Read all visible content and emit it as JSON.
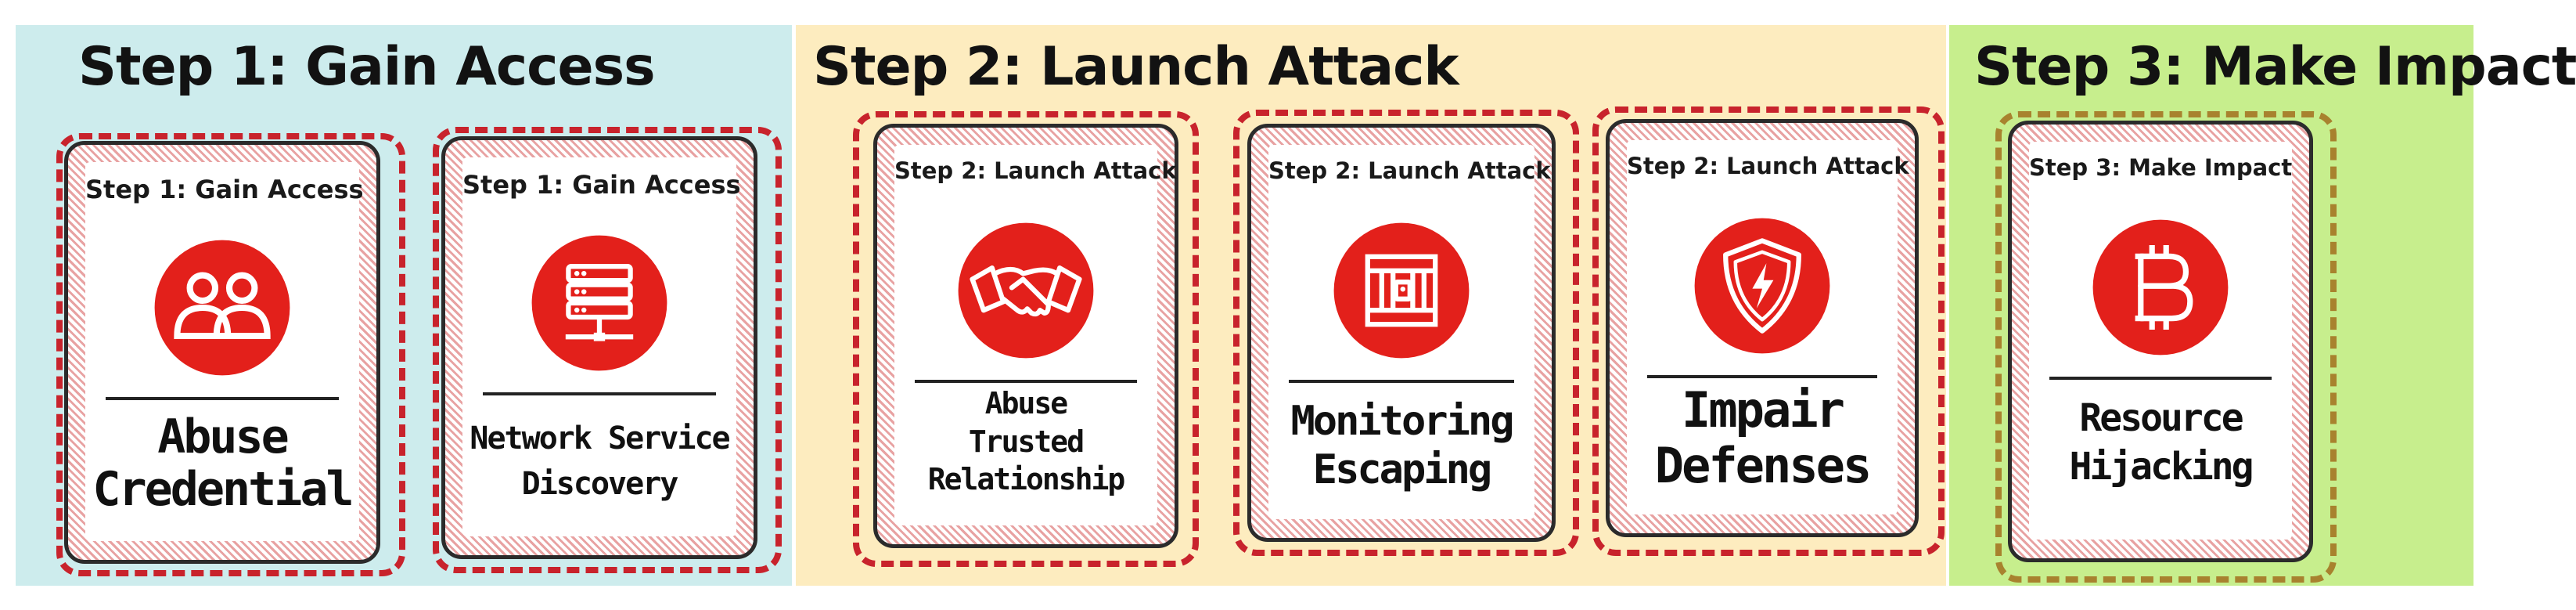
{
  "steps": [
    {
      "title": "Step 1: Gain Access"
    },
    {
      "title": "Step 2: Launch Attack"
    },
    {
      "title": "Step 3: Make Impact"
    }
  ],
  "cards": [
    {
      "step_label": "Step 1: Gain Access",
      "icon": "users-icon",
      "name_lines": [
        "Abuse",
        "Credential"
      ]
    },
    {
      "step_label": "Step 1: Gain Access",
      "icon": "server-icon",
      "name_lines": [
        "Network Service",
        "Discovery"
      ]
    },
    {
      "step_label": "Step 2: Launch Attack",
      "icon": "handshake-icon",
      "name_lines": [
        "Abuse",
        "Trusted",
        "Relationship"
      ]
    },
    {
      "step_label": "Step 2: Launch Attack",
      "icon": "jail-icon",
      "name_lines": [
        "Monitoring",
        "Escaping"
      ]
    },
    {
      "step_label": "Step 2: Launch Attack",
      "icon": "shield-icon",
      "name_lines": [
        "Impair",
        "Defenses"
      ]
    },
    {
      "step_label": "Step 3: Make Impact",
      "icon": "bitcoin-icon",
      "name_lines": [
        "Resource",
        "Hijacking"
      ]
    }
  ],
  "colors": {
    "icon_red": "#e3201b",
    "dash_red": "#c8232c",
    "dash_gold": "#a8822e",
    "panel_step1": "#cdeced",
    "panel_step2": "#fdecbf",
    "panel_step3": "#c7ee8d"
  }
}
